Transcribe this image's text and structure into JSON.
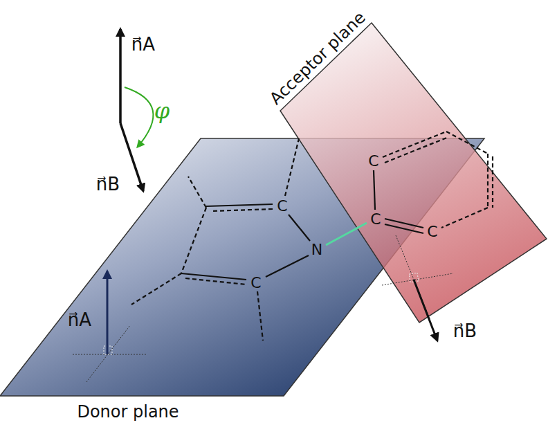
{
  "diagram": {
    "nodes": [
      {
        "text": [
          "Donor plane"
        ]
      },
      {
        "text": [
          "Acceptor plane"
        ]
      }
    ],
    "labels": [
      "n⃗A",
      "φ",
      "n⃗B",
      "C",
      "C",
      "C",
      "N",
      "C",
      "C",
      "n⃗A",
      "n⃗B"
    ]
  }
}
